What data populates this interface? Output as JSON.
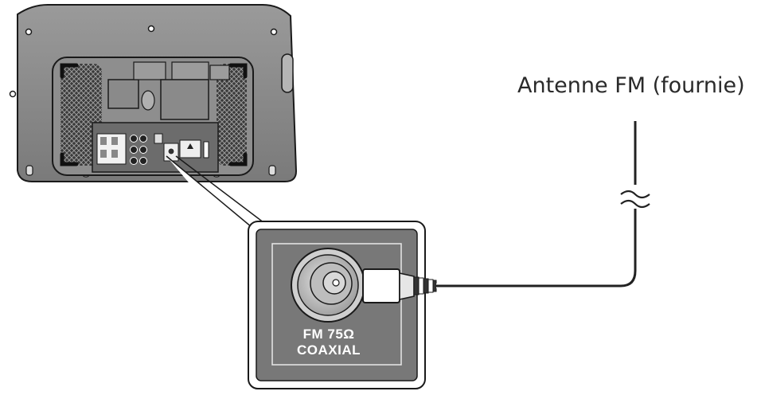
{
  "figure": {
    "antenna_label": "Antenne FM (fournie)",
    "port_label_line1": "FM 75Ω",
    "port_label_line2": "COAXIAL"
  },
  "colors": {
    "device_body": "#8a8a8a",
    "device_dark": "#5e5e5e",
    "panel_face": "#7c7c7c",
    "outline": "#1a1a1a",
    "cable": "#222222"
  }
}
